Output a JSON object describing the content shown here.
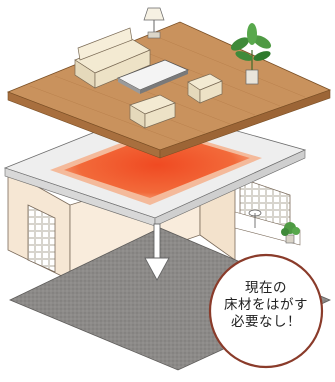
{
  "callout": {
    "lines": [
      "現在の",
      "床材をはがす",
      "必要なし！"
    ]
  },
  "colors": {
    "wood_floor": "#c9925d",
    "wood_edge": "#a86f3e",
    "heater_panel": "#f0552a",
    "heater_glow": "#f7a477",
    "subfloor": "#ededed",
    "carpet": "#8c8a88",
    "wall": "#f6e7d4",
    "callout_border": "#8a3b2a",
    "sofa": "#f3ead2",
    "plant": "#3f8a3a"
  },
  "icons": {
    "arrow": "down-arrow-icon",
    "lamp": "floor-lamp-icon",
    "plant": "potted-plant-icon"
  }
}
